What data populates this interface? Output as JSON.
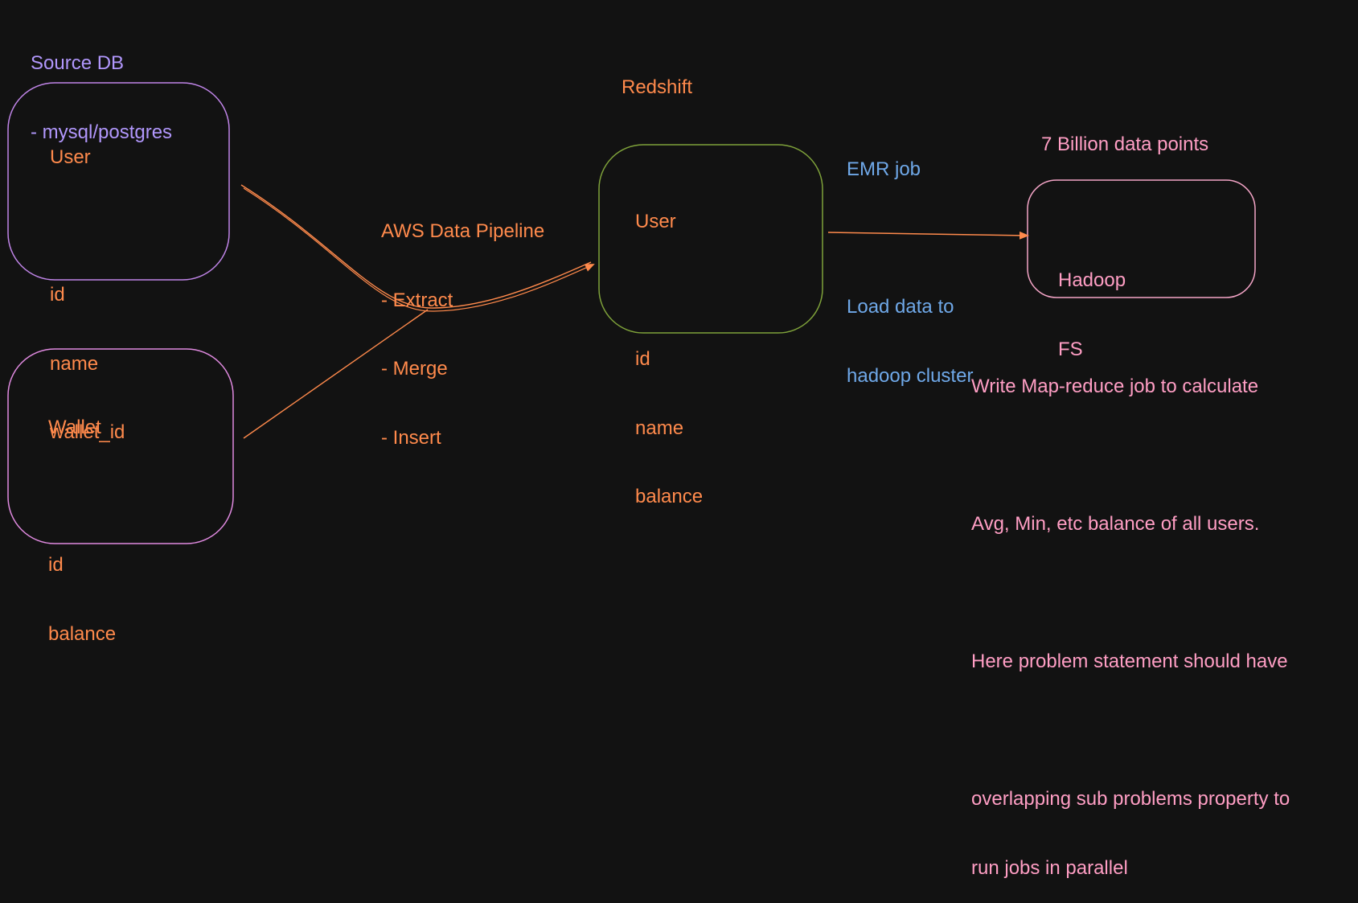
{
  "colors": {
    "background": "#121212",
    "purple": "#b197fc",
    "orange": "#ff8a4c",
    "blue": "#6fa8e8",
    "pink": "#ff9ec4",
    "user_box_border": "#c085e8",
    "wallet_box_border": "#e08ae0",
    "redshift_box_border": "#7ea13a",
    "hadoop_box_border": "#f3a4c6"
  },
  "source_db": {
    "title": "Source DB",
    "subtitle": "- mysql/postgres"
  },
  "source_user_table": {
    "name": "User",
    "fields": [
      "id",
      "name",
      "wallet_id"
    ]
  },
  "source_wallet_table": {
    "name": "Wallet",
    "fields": [
      "id",
      "balance"
    ]
  },
  "pipeline": {
    "title": "AWS Data Pipeline",
    "steps": [
      "- Extract",
      "- Merge",
      "- Insert"
    ]
  },
  "redshift": {
    "title": "Redshift",
    "table": {
      "name": "User",
      "fields": [
        "id",
        "name",
        "balance"
      ]
    }
  },
  "emr": {
    "title": "EMR job",
    "line1": "Load data to",
    "line2": "hadoop cluster"
  },
  "hadoop": {
    "caption": "7 Billion data points",
    "line1": "Hadoop",
    "line2": "FS"
  },
  "notes": [
    "Write Map-reduce job to calculate",
    "Avg, Min, etc balance of all users.",
    "Here problem statement should have",
    "overlapping sub problems property to",
    "run jobs in parallel"
  ]
}
